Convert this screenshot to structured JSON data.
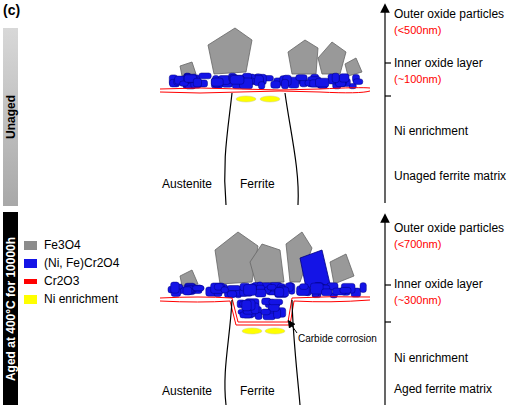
{
  "diagram": {
    "nodes": [
      {
        "text": [
          "Unaged"
        ]
      },
      {
        "text": [
          "Aged at 400°C for 10000h"
        ]
      }
    ],
    "labels": [
      "(c)",
      "Austenite",
      "Ferrite",
      "Outer oxide particles",
      "(<500nm)",
      "Inner oxide layer",
      "(~100nm)",
      "Ni enrichment",
      "Unaged ferrite matrix",
      "Austenite",
      "Ferrite",
      "Carbide corrosion",
      "Outer oxide particles",
      "(<700nm)",
      "Inner oxide layer",
      "(~300nm)",
      "Ni enrichment",
      "Aged ferrite matrix"
    ],
    "legend": [
      {
        "text": "Fe3O4",
        "color": "#8c8c8c"
      },
      {
        "text": "(Ni, Fe)Cr2O4",
        "color": "#1414e6"
      },
      {
        "text": "Cr2O3",
        "color": "#ff0000"
      },
      {
        "text": "Ni enrichment",
        "color": "#ffff00"
      }
    ]
  }
}
